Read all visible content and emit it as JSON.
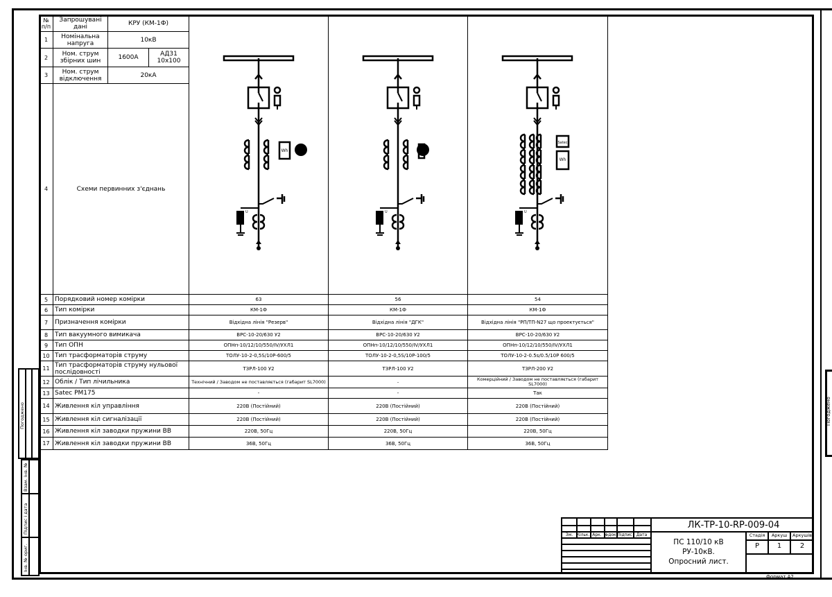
{
  "header": {
    "num_label": "№ п/п",
    "requested_label": "Запрошувані дані",
    "kru_label": "КРУ (КМ-1Ф)"
  },
  "rows_top": [
    {
      "num": "1",
      "param": "Номінальна напруга",
      "value": "10кВ"
    },
    {
      "num": "2",
      "param": "Ном. струм збірних шин",
      "value_a": "1600A",
      "value_b": "АД31 10х100"
    },
    {
      "num": "3",
      "param": "Ном. струм відключення",
      "value": "20кА"
    },
    {
      "num": "4",
      "param": "Схеми первинних з'єднань"
    }
  ],
  "schematics": [
    {
      "meter_labels": [
        "Wh"
      ],
      "has_lamp": true,
      "ct_rows": 2
    },
    {
      "meter_labels": [],
      "has_lamp": true,
      "ct_rows": 2
    },
    {
      "meter_labels": [
        "Satec",
        "Wh"
      ],
      "has_lamp": false,
      "ct_rows": 4
    },
    {
      "overvoltage_label": "U"
    }
  ],
  "rows": [
    {
      "num": "5",
      "param": "Порядковий номер комірки",
      "values": [
        "63",
        "56",
        "54"
      ]
    },
    {
      "num": "6",
      "param": "Тип комірки",
      "values": [
        "КМ-1Ф",
        "КМ-1Ф",
        "КМ-1Ф"
      ]
    },
    {
      "num": "7",
      "param": "Призначення комірки",
      "values": [
        "Відхідна лінія \"Резерв\"",
        "Відхідна лінія \"ДГК\"",
        "Відхідна лінія \"РП/ТП-N27 що проектується\""
      ]
    },
    {
      "num": "8",
      "param": "Тип вакуумного вимикача",
      "values": [
        "ВРС-10-20/630 У2",
        "ВРС-10-20/630 У2",
        "ВРС-10-20/630 У2"
      ]
    },
    {
      "num": "9",
      "param": "Тип ОПН",
      "values": [
        "ОПНп-10/12/10/550/IV/УХЛ1",
        "ОПНп-10/12/10/550/IV/УХЛ1",
        "ОПНп-10/12/10/550/IV/УХЛ1"
      ]
    },
    {
      "num": "10",
      "param": "Тип трасформаторів струму",
      "values": [
        "ТОЛУ-10-2-0,5S/10Р-600/5",
        "ТОЛУ-10-2-0,5S/10Р-100/5",
        "ТОЛУ-10-2-0.5s/0.5/10Р 600/5"
      ]
    },
    {
      "num": "11",
      "param": "Тип трасформаторів струму нульової послідовності",
      "values": [
        "ТЗРЛ-100 У2",
        "ТЗРЛ-100 У2",
        "ТЗРЛ-200 У2"
      ]
    },
    {
      "num": "12",
      "param": "Облік / Тип лічильника",
      "values": [
        "Технічний / Заводом не поставляється (габарит SL7000)",
        "-",
        "Комерційний / Заводом не поставляється (габарит SL7000)"
      ]
    },
    {
      "num": "13",
      "param": "Satec PM175",
      "values": [
        "-",
        "-",
        "Так"
      ]
    },
    {
      "num": "14",
      "param": "Живлення кіл управління",
      "values": [
        "220В (Постійний)",
        "220В (Постійний)",
        "220В (Постійний)"
      ]
    },
    {
      "num": "15",
      "param": "Живлення кіл сигналізації",
      "values": [
        "220В (Постійний)",
        "220В (Постійний)",
        "220В (Постійний)"
      ]
    },
    {
      "num": "16",
      "param": "Живлення кіл заводки пружини ВВ",
      "values": [
        "220В, 50Гц",
        "220В, 50Гц",
        "220В, 50Гц"
      ]
    },
    {
      "num": "17",
      "param": "Живлення кіл заводки пружини ВВ",
      "values": [
        "36В, 50Гц",
        "36В, 50Гц",
        "36В, 50Гц"
      ]
    }
  ],
  "left_strip": {
    "approved": "Погоджено",
    "replaced_inv": "Взам. інв. №",
    "signature_date": "Підпис і дата",
    "inv_orig": "Інв. № ориг."
  },
  "right_strip": {
    "approved": "Погоджено"
  },
  "title_block": {
    "code": "ЛК-ТР-10-RP-009-04",
    "columns": [
      "Зм.",
      "Кільк.",
      "Арк.",
      "№док.",
      "Підпис",
      "Дата"
    ],
    "object_line1": "ПС 110/10 кВ",
    "object_line2": "РУ-10кВ.",
    "object_line3": "Опросний лист.",
    "stage_label": "Стадія",
    "sheet_label": "Аркуш",
    "sheets_label": "Аркушів",
    "stage": "Р",
    "sheet": "1",
    "sheets": "2"
  },
  "format_label": "Формат А2"
}
